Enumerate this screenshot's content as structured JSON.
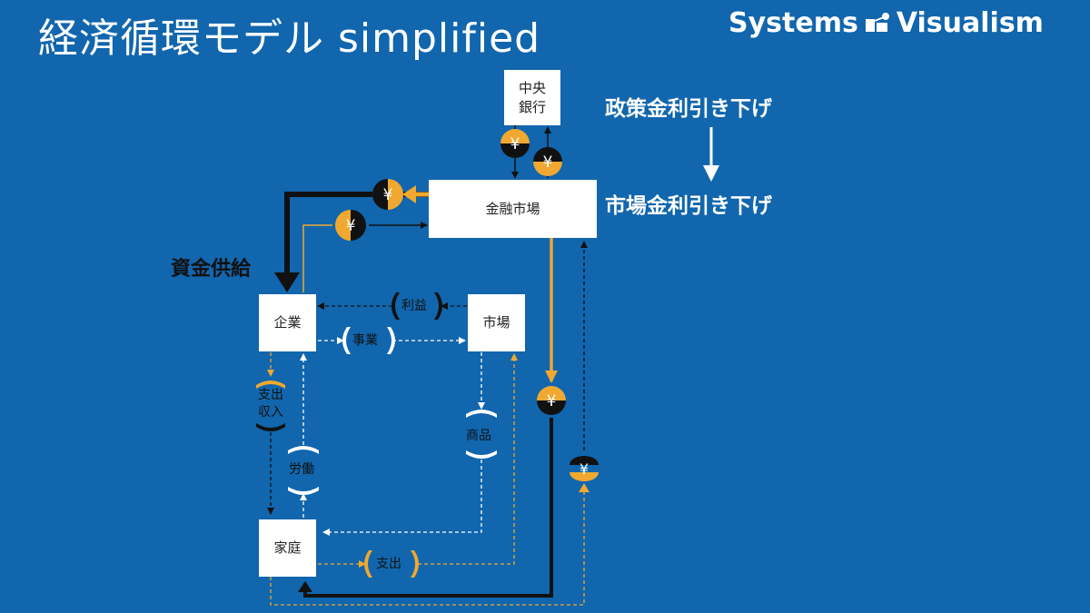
{
  "header": {
    "title": "経済循環モデル simplified",
    "brand_left": "Systems",
    "brand_right": "Visualism"
  },
  "colors": {
    "background": "#1166ad",
    "money": "#f0a830",
    "flow": "#111111",
    "node": "#ffffff"
  },
  "nodes": {
    "central_bank": "中央\n銀行",
    "financial_market": "金融市場",
    "firm": "企業",
    "market": "市場",
    "household": "家庭"
  },
  "labels": {
    "funding": "資金供給",
    "policy_rate_cut": "政策金利引き下げ",
    "market_rate_cut": "市場金利引き下げ"
  },
  "flows": {
    "profit": "利益",
    "business": "事業",
    "expense_income": "支出\n収入",
    "labor": "労働",
    "goods": "商品",
    "spending": "支出"
  },
  "icons": {
    "yen": "¥",
    "policy_arrow": "arrow-down-icon"
  }
}
